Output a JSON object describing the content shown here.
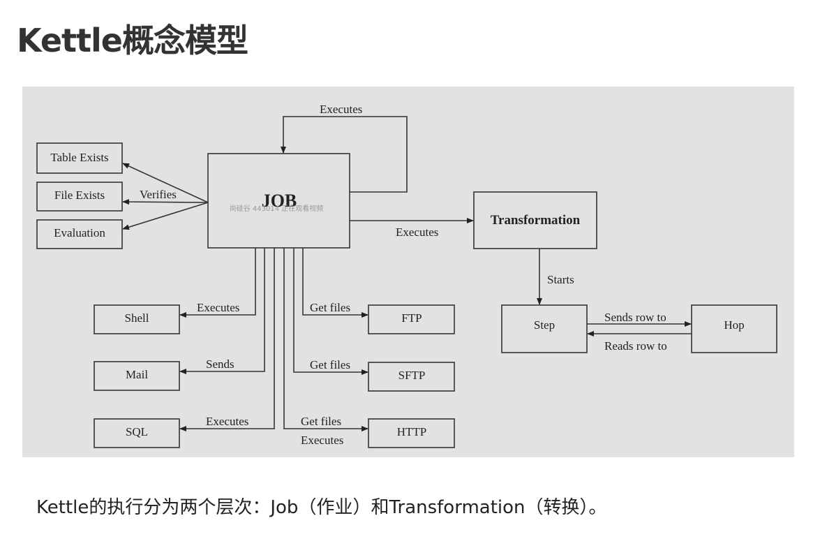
{
  "title": "Kettle概念模型",
  "caption": "Kettle的执行分为两个层次：Job（作业）和Transformation（转换）。",
  "diagram": {
    "nodes": {
      "job": "JOB",
      "transformation": "Transformation",
      "table_exists": "Table Exists",
      "file_exists": "File Exists",
      "evaluation": "Evaluation",
      "shell": "Shell",
      "mail": "Mail",
      "sql": "SQL",
      "ftp": "FTP",
      "sftp": "SFTP",
      "http": "HTTP",
      "step": "Step",
      "hop": "Hop"
    },
    "edges": {
      "job_loop": "Executes",
      "verifies": "Verifies",
      "job_to_transformation": "Executes",
      "starts": "Starts",
      "sends_row": "Sends row to",
      "reads_row": "Reads row to",
      "shell": "Executes",
      "mail": "Sends",
      "sql": "Executes",
      "ftp": "Get files",
      "sftp": "Get files",
      "http": "Get files",
      "http_extra": "Executes"
    },
    "watermark": "尚硅谷 443014 正在观看视频"
  }
}
